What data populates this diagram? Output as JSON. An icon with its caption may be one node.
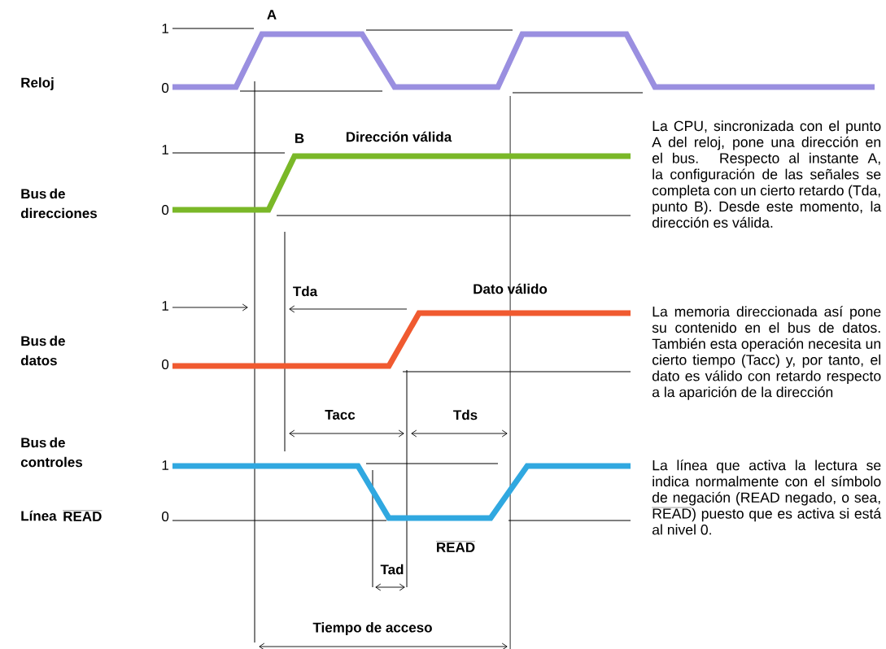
{
  "diagram": {
    "labels": [
      "A",
      "1",
      "0",
      "Reloj",
      "B",
      "Dirección válida",
      "1",
      "Bus de direcciones",
      "0",
      "La CPU, sincronizada con el punto A del reloj, pone una dirección en el bus. Respecto al instante A, la configuración de las señales se completa con un cierto retardo (Tda, punto B). Desde este momento, la dirección es válida.",
      "Tda",
      "Dato válido",
      "1",
      "Bus de datos",
      "0",
      "La memoria direccionada así pone su contenido en el bus de datos. También esta operación necesita un cierto tiempo (Tacc) y, por tanto, el dato es válido con retardo respecto a la aparición de la dirección",
      "Tacc",
      "Tds",
      "Bus de controles",
      "1",
      "Línea",
      "READ",
      "0",
      "La línea que activa la lectura se indica normalmente con el símbolo de negación (READ negado, o sea,",
      "READ",
      ") puesto que es activa si está al nivel 0.",
      "READ",
      "Tad",
      "Tiempo de acceso"
    ]
  }
}
